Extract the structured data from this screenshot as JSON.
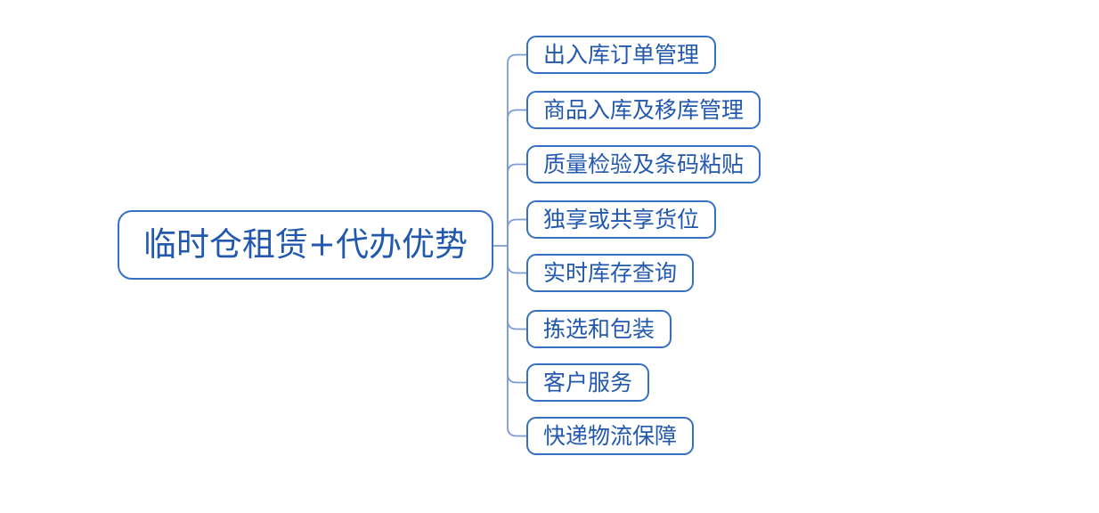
{
  "diagram": {
    "type": "mindmap",
    "root": {
      "label": "临时仓租赁+代办优势"
    },
    "branches": [
      {
        "label": "出入库订单管理"
      },
      {
        "label": "商品入库及移库管理"
      },
      {
        "label": "质量检验及条码粘贴"
      },
      {
        "label": "独享或共享货位"
      },
      {
        "label": "实时库存查询"
      },
      {
        "label": "拣选和包装"
      },
      {
        "label": "客户服务"
      },
      {
        "label": "快递物流保障"
      }
    ],
    "colors": {
      "text": "#2258ad",
      "node_border": "#3670c5",
      "connector_line": "#7e9bd3",
      "background": "#ffffff"
    }
  }
}
